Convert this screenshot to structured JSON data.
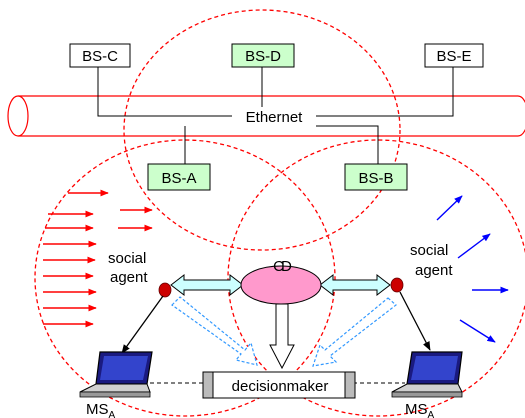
{
  "base_stations": {
    "bs_c": "BS-C",
    "bs_d": "BS-D",
    "bs_e": "BS-E",
    "bs_a": "BS-A",
    "bs_b": "BS-B"
  },
  "ethernet_label": "Ethernet",
  "social_agent_left": {
    "line1": "social",
    "line2": "agent"
  },
  "social_agent_right": {
    "line1": "social",
    "line2": "agent"
  },
  "hub_symbol": "CD",
  "decision_box_label": "decisionmaker",
  "mobile_station_left": {
    "main": "MS",
    "sub": "A"
  },
  "mobile_station_right": {
    "main": "MS",
    "sub": "A"
  },
  "colors": {
    "coverage_ring": "#ff0000",
    "bs_highlight_fill": "#ccffcc",
    "ethernet_pipe": "#ff0000",
    "hub_fill": "#ff99cc",
    "link_arrow_fill": "#ccffff",
    "dashed_arrow": "#3399ff",
    "left_flow_arrows": "#ff0000",
    "right_flow_arrows": "#0000ff"
  }
}
